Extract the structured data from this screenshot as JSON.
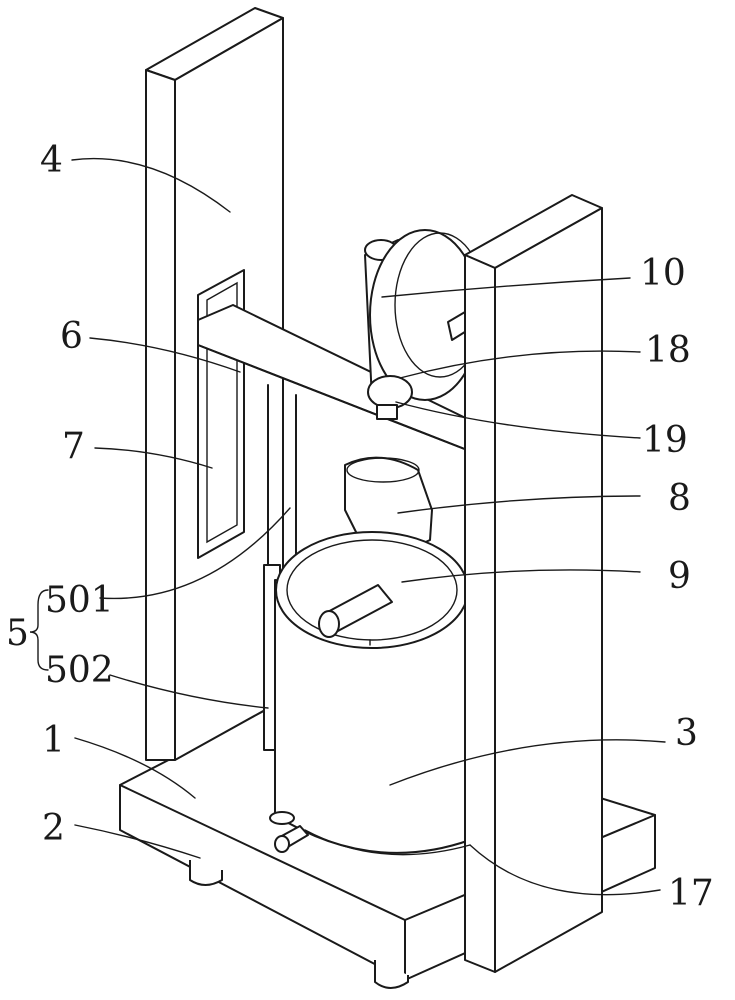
{
  "labels": {
    "l4": "4",
    "l10": "10",
    "l6": "6",
    "l18": "18",
    "l7": "7",
    "l19": "19",
    "l8": "8",
    "l9": "9",
    "l5": "5",
    "l501": "501",
    "l502": "502",
    "l1": "1",
    "l3": "3",
    "l2": "2",
    "l17": "17"
  }
}
